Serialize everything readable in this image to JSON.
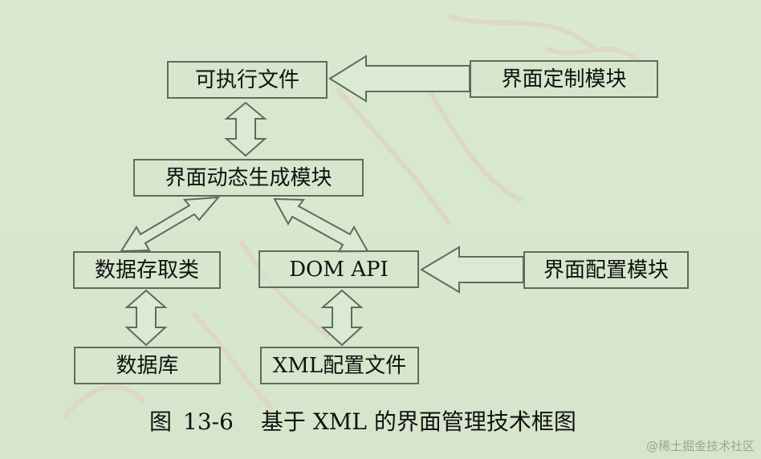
{
  "diagram": {
    "nodes": {
      "executable": "可执行文件",
      "ui_custom": "界面定制模块",
      "ui_dynamic": "界面动态生成模块",
      "data_access": "数据存取类",
      "dom_api": "DOM API",
      "ui_config": "界面配置模块",
      "database": "数据库",
      "xml_config": "XML配置文件"
    },
    "caption": {
      "prefix": "图",
      "number": "13-6",
      "title": "基于 XML 的界面管理技术框图"
    },
    "edges": [
      {
        "from": "ui_custom",
        "to": "executable",
        "style": "single-hollow-arrow"
      },
      {
        "from": "executable",
        "to": "ui_dynamic",
        "style": "double-hollow-arrow"
      },
      {
        "from": "ui_dynamic",
        "to": "data_access",
        "style": "double-hollow-arrow"
      },
      {
        "from": "ui_dynamic",
        "to": "dom_api",
        "style": "double-hollow-arrow"
      },
      {
        "from": "ui_config",
        "to": "dom_api",
        "style": "single-hollow-arrow"
      },
      {
        "from": "data_access",
        "to": "database",
        "style": "double-hollow-arrow"
      },
      {
        "from": "dom_api",
        "to": "xml_config",
        "style": "double-hollow-arrow"
      }
    ]
  },
  "watermark": {
    "site": "@稀土掘金技术社区"
  },
  "colors": {
    "background": "#d8e8cf",
    "border": "#5e6c5d",
    "text": "#111111",
    "watermark": "#9aa596"
  }
}
